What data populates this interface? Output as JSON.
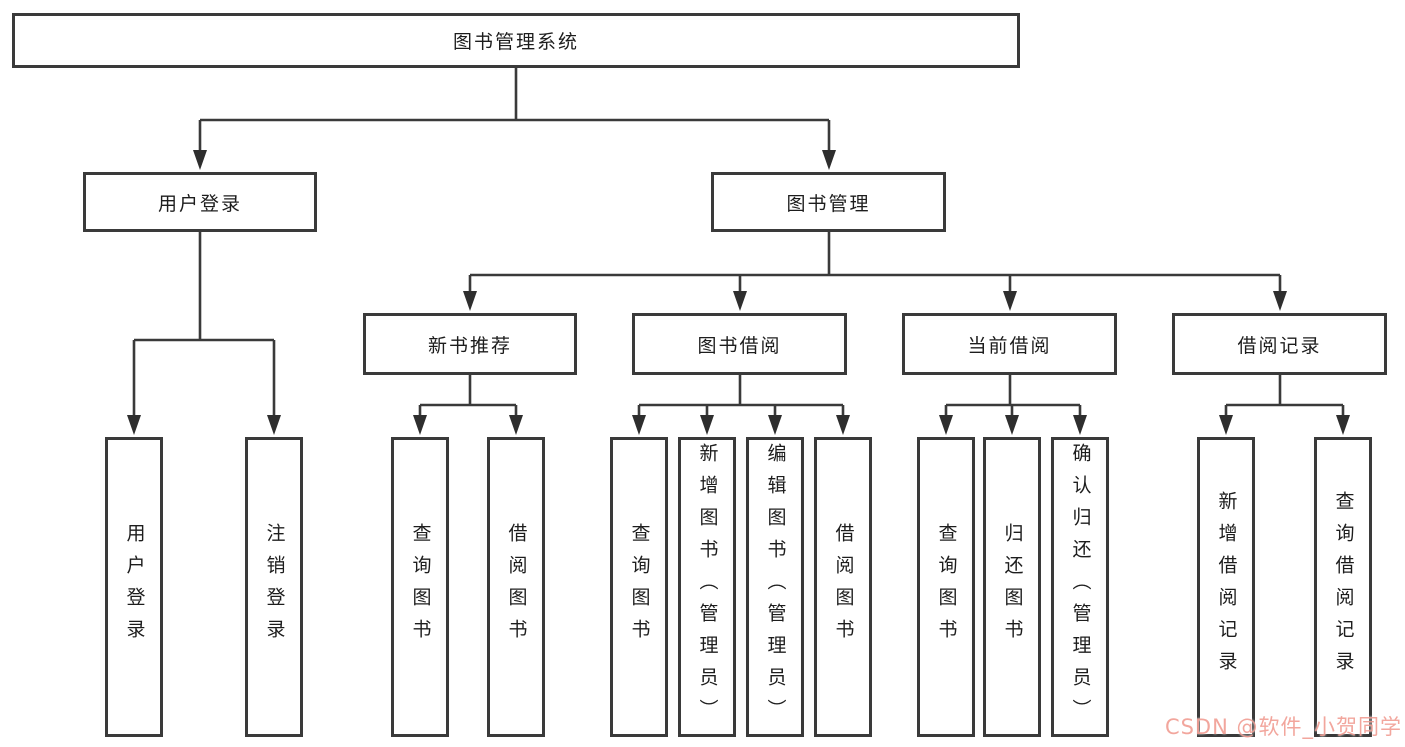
{
  "diagram": {
    "title": "图书管理系统",
    "nodes": {
      "root": "图书管理系统",
      "user_login": "用户登录",
      "book_mgmt": "图书管理",
      "new_book_rec": "新书推荐",
      "book_borrow": "图书借阅",
      "current_borrow": "当前借阅",
      "borrow_records": "借阅记录",
      "user_login_children": [
        "用户登录",
        "注销登录"
      ],
      "new_book_rec_children": [
        "查询图书",
        "借阅图书"
      ],
      "book_borrow_children": [
        "查询图书",
        "新增图书（管理员）",
        "编辑图书（管理员）",
        "借阅图书"
      ],
      "current_borrow_children": [
        "查询图书",
        "归还图书",
        "确认归还（管理员）"
      ],
      "borrow_records_children": [
        "新增借阅记录",
        "查询借阅记录"
      ]
    },
    "colors": {
      "line": "#3a3a3a",
      "text": "#1d1d1d",
      "background": "#ffffff",
      "watermark": "rgba(240,150,140,0.85)"
    }
  },
  "watermark": {
    "text": "CSDN @软件_小贺同学"
  }
}
